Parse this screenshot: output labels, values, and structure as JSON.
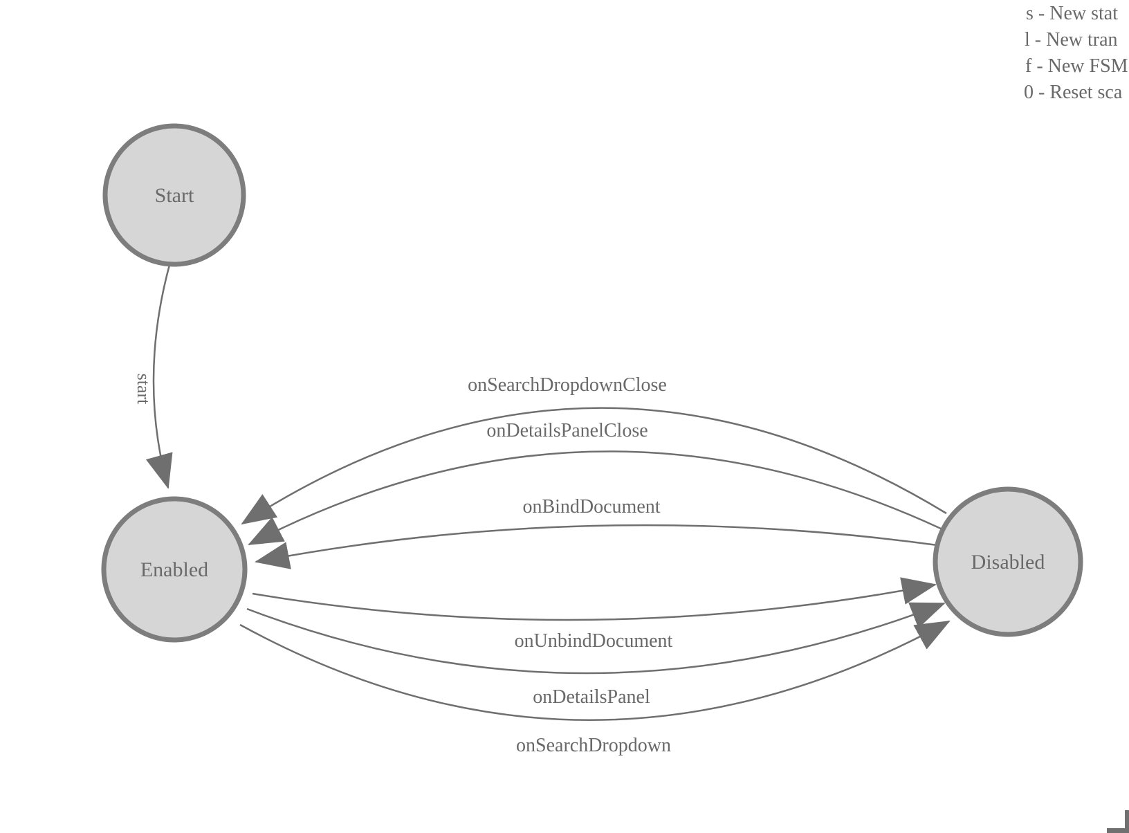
{
  "legend": {
    "lines": [
      "s - New stat",
      "l - New tran",
      "f - New FSM",
      "0 - Reset sca"
    ]
  },
  "nodes": {
    "start": {
      "label": "Start"
    },
    "enabled": {
      "label": "Enabled"
    },
    "disabled": {
      "label": "Disabled"
    }
  },
  "edges": {
    "start": {
      "label": "start",
      "from": "Start",
      "to": "Enabled"
    },
    "onSearchDropdownClose": {
      "label": "onSearchDropdownClose",
      "from": "Disabled",
      "to": "Enabled"
    },
    "onDetailsPanelClose": {
      "label": "onDetailsPanelClose",
      "from": "Disabled",
      "to": "Enabled"
    },
    "onBindDocument": {
      "label": "onBindDocument",
      "from": "Disabled",
      "to": "Enabled"
    },
    "onUnbindDocument": {
      "label": "onUnbindDocument",
      "from": "Enabled",
      "to": "Disabled"
    },
    "onDetailsPanel": {
      "label": "onDetailsPanel",
      "from": "Enabled",
      "to": "Disabled"
    },
    "onSearchDropdown": {
      "label": "onSearchDropdown",
      "from": "Enabled",
      "to": "Disabled"
    }
  },
  "colors": {
    "node_fill": "#d6d6d6",
    "node_stroke": "#7d7d7d",
    "edge_stroke": "#6f6f6f",
    "text": "#696969"
  }
}
